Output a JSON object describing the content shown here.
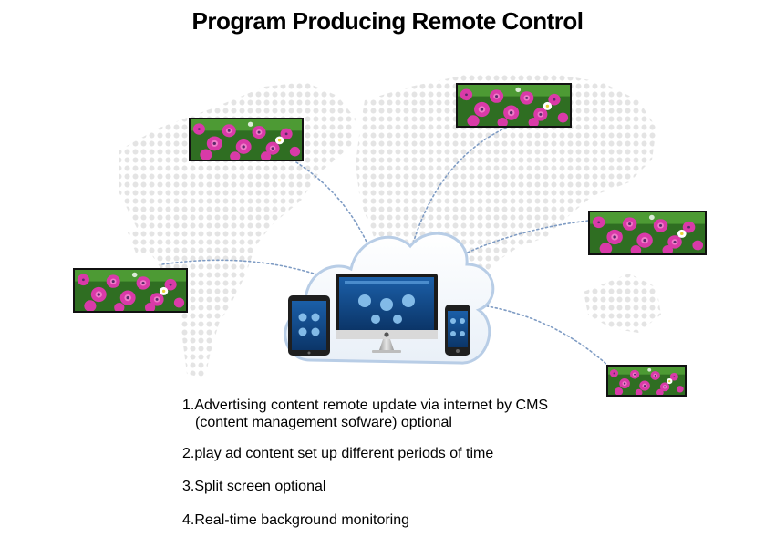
{
  "title": "Program Producing Remote Control",
  "features": [
    {
      "line1": "1.Advertising content remote update via internet by CMS",
      "line2": "(content management sofware) optional"
    },
    {
      "line1": "2.play ad content set up different periods of time"
    },
    {
      "line1": "3.Split screen optional"
    },
    {
      "line1": "4.Real-time background monitoring"
    }
  ],
  "colors": {
    "connector": "#7f9cc4",
    "cloud_stroke": "#b8cde6",
    "map_dots": "#e6e6e6",
    "flower_pink": "#d93aa8",
    "leaf_green": "#3f8f2a"
  },
  "icons": [
    "world-map",
    "cloud-icon",
    "monitor-icon",
    "tablet-icon",
    "phone-icon",
    "apple-logo-icon"
  ]
}
